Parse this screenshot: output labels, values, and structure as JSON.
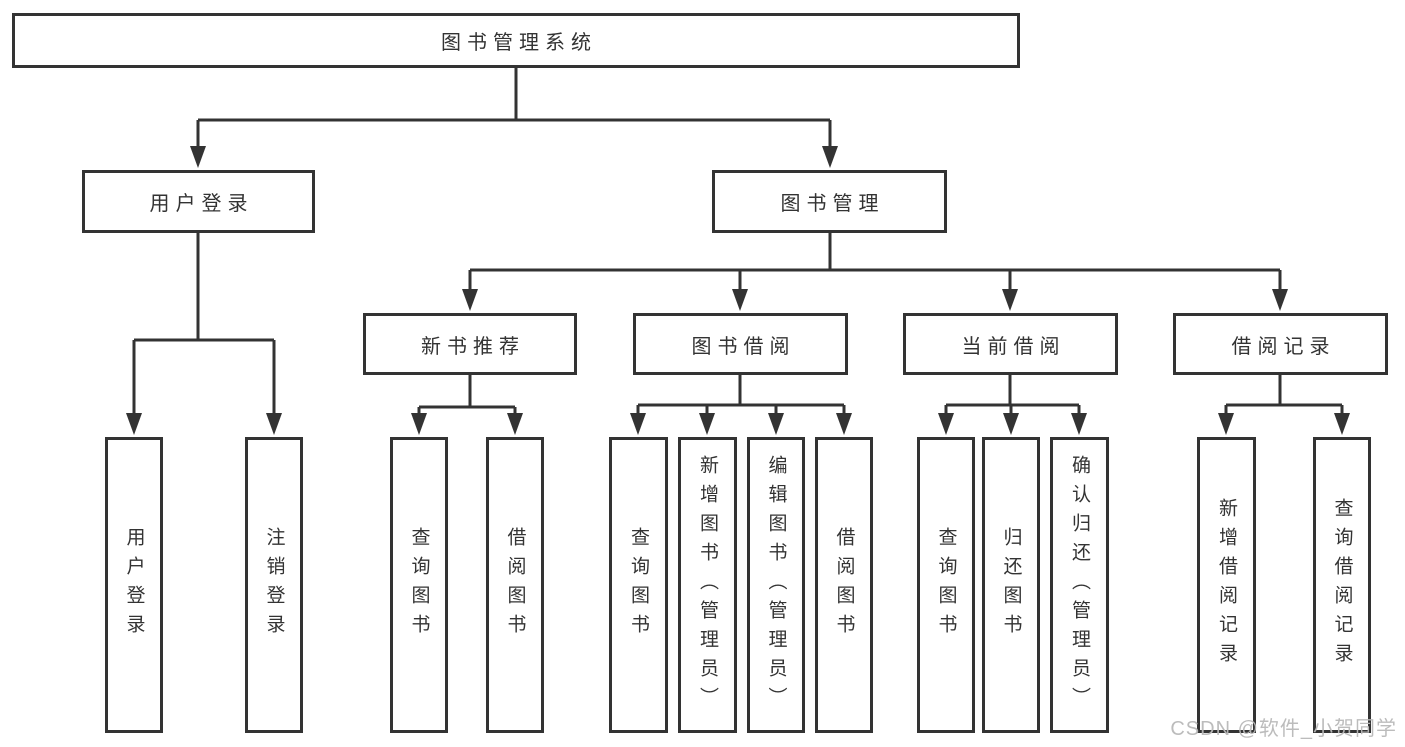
{
  "diagram": {
    "title": "图书管理系统",
    "branches": [
      {
        "label": "用户登录",
        "children": [
          {
            "label": "用户登录"
          },
          {
            "label": "注销登录"
          }
        ]
      },
      {
        "label": "图书管理",
        "children": [
          {
            "label": "新书推荐",
            "children": [
              {
                "label": "查询图书"
              },
              {
                "label": "借阅图书"
              }
            ]
          },
          {
            "label": "图书借阅",
            "children": [
              {
                "label": "查询图书"
              },
              {
                "label": "新增图书（管理员）"
              },
              {
                "label": "编辑图书（管理员）"
              },
              {
                "label": "借阅图书"
              }
            ]
          },
          {
            "label": "当前借阅",
            "children": [
              {
                "label": "查询图书"
              },
              {
                "label": "归还图书"
              },
              {
                "label": "确认归还（管理员）"
              }
            ]
          },
          {
            "label": "借阅记录",
            "children": [
              {
                "label": "新增借阅记录"
              },
              {
                "label": "查询借阅记录"
              }
            ]
          }
        ]
      }
    ]
  },
  "watermark": {
    "text": "CSDN @软件_小贺同学",
    "color": "#b9b9b9"
  },
  "colors": {
    "line": "#333333",
    "text": "#333333",
    "background": "#ffffff"
  }
}
